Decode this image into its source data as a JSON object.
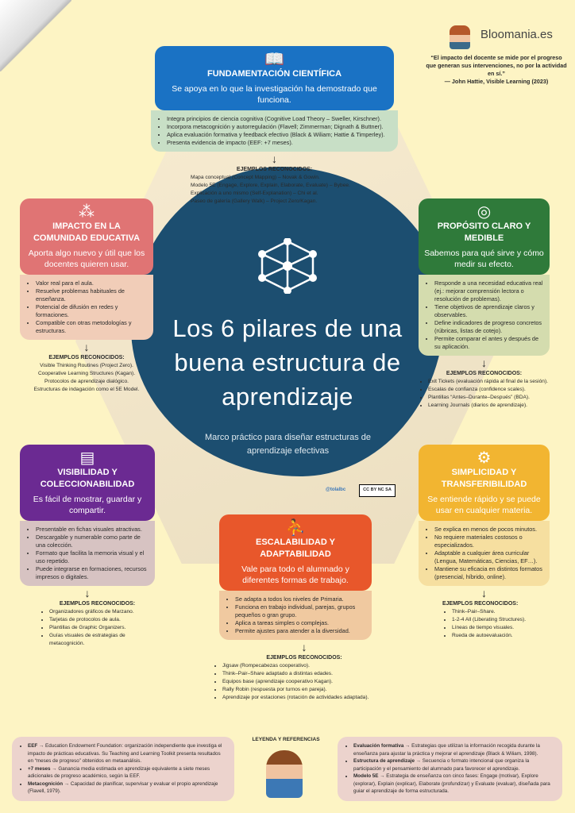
{
  "brand": "Bloomania.es",
  "quote": {
    "text": "“El impacto del docente se mide por el progreso que generan sus intervenciones, no por la actividad en sí.”",
    "author": "— John Hattie, Visible Learning (2023)"
  },
  "center": {
    "title": "Los 6 pilares de una buena estructura de aprendizaje",
    "subtitle": "Marco práctico para diseñar estructuras de aprendizaje efectivas",
    "handle": "@tolalbc",
    "license": "CC BY NC SA"
  },
  "examples_label": "EJEMPLOS RECONOCIDOS:",
  "pillars": {
    "fundamentacion": {
      "title": "FUNDAMENTACIÓN CIENTÍFICA",
      "desc": "Se apoya en lo que la investigación ha demostrado que funciona.",
      "color": "#1a72c4",
      "bullets": [
        "Integra principios de ciencia cognitiva (Cognitive Load Theory – Sweller, Kirschner).",
        "Incorpora metacognición y autorregulación (Flavell; Zimmerman; Dignath & Buttner).",
        "Aplica evaluación formativa y feedback efectivo (Black & Wiliam; Hattie & Timperley).",
        "Presenta evidencia de impacto (EEF: +7 meses)."
      ],
      "examples": [
        "Mapa conceptual (Concept Mapping) – Novak & Gowin.",
        "Modelo 5E (Engage, Explore, Explain, Elaborate, Evaluate) – Bybee.",
        "Explicación a uno mismo (Self-Explanation) – Chi et al.",
        "Paseo de galería (Gallery Walk) – Project Zero/Kagan."
      ]
    },
    "impacto": {
      "title": "IMPACTO EN LA COMUNIDAD EDUCATIVA",
      "desc": "Aporta algo nuevo y útil que los docentes quieren usar.",
      "color": "#e07474",
      "bullets": [
        "Valor real para el aula.",
        "Resuelve problemas habituales de enseñanza.",
        "Potencial de difusión en redes y formaciones.",
        "Compatible con otras metodologías y estructuras."
      ],
      "examples": [
        "Visible Thinking Routines (Project Zero).",
        "Cooperative Learning Structures (Kagan).",
        "Protocolos de aprendizaje dialógico.",
        "Estructuras de indagación como el 5E Model."
      ]
    },
    "proposito": {
      "title": "PROPÓSITO CLARO Y MEDIBLE",
      "desc": "Sabemos para qué sirve y cómo medir su efecto.",
      "color": "#2f7a3a",
      "bullets": [
        "Responde a una necesidad educativa real (ej.: mejorar comprensión lectora o resolución de problemas).",
        "Tiene objetivos de aprendizaje claros y observables.",
        "Define indicadores de progreso concretos (rúbricas, listas de cotejo).",
        "Permite comparar el antes y después de su aplicación."
      ],
      "examples": [
        "Exit Tickets (evaluación rápida al final de la sesión).",
        "Escalas de confianza (confidence scales).",
        "Plantillas “Antes–Durante–Después” (BDA).",
        "Learning Journals (diarios de aprendizaje)."
      ]
    },
    "visibilidad": {
      "title": "VISIBILIDAD Y COLECCIONABILIDAD",
      "desc": "Es fácil de mostrar, guardar y compartir.",
      "color": "#6b2a92",
      "bullets": [
        "Presentable en fichas visuales atractivas.",
        "Descargable y numerable como parte de una colección.",
        "Formato que facilita la memoria visual y el uso repetido.",
        "Puede integrarse en formaciones, recursos impresos o digitales."
      ],
      "examples": [
        "Organizadores gráficos de Marzano.",
        "Tarjetas de protocolos de aula.",
        "Plantillas de Graphic Organizers.",
        "Guías visuales de estrategias de metacognición."
      ]
    },
    "simplicidad": {
      "title": "SIMPLICIDAD Y TRANSFERIBILIDAD",
      "desc": "Se entiende rápido y se puede usar en cualquier materia.",
      "color": "#f2b531",
      "bullets": [
        "Se explica en menos de pocos minutos.",
        "No requiere materiales costosos o especializados.",
        "Adaptable a cualquier área curricular (Lengua, Matemáticas, Ciencias, EF…).",
        "Mantiene su eficacia en distintos formatos (presencial, híbrido, online)."
      ],
      "examples": [
        "Think–Pair–Share.",
        "1-2-4 All (Liberating Structures).",
        "Líneas de tiempo visuales.",
        "Rueda de autoevaluación."
      ]
    },
    "escalabilidad": {
      "title": "ESCALABILIDAD Y ADAPTABILIDAD",
      "desc": "Vale para todo el alumnado y diferentes formas de trabajo.",
      "color": "#e8572b",
      "bullets": [
        "Se adapta a todos los niveles de Primaria.",
        "Funciona en trabajo individual, parejas, grupos pequeños o gran grupo.",
        "Aplica a tareas simples o complejas.",
        "Permite ajustes para atender a la diversidad."
      ],
      "examples": [
        "Jigsaw (Rompecabezas cooperativo).",
        "Think–Pair–Share adaptado a distintas edades.",
        "Equipos base (aprendizaje cooperativo Kagan).",
        "Rally Robin (respuesta por turnos en pareja).",
        "Aprendizaje por estaciones (rotación de actividades adaptada)."
      ]
    }
  },
  "legend": {
    "title": "LEYENDA Y REFERENCIAS",
    "left": [
      {
        "term": "EEF",
        "def": "→ Education Endowment Foundation: organización independiente que investiga el impacto de prácticas educativas. Su Teaching and Learning Toolkit presenta resultados en “meses de progreso” obtenidos en metaanálisis."
      },
      {
        "term": "+7 meses",
        "def": "→ Ganancia media estimada en aprendizaje equivalente a siete meses adicionales de progreso académico, según la EEF."
      },
      {
        "term": "Metacognición",
        "def": "→ Capacidad de planificar, supervisar y evaluar el propio aprendizaje (Flavell, 1979)."
      }
    ],
    "right": [
      {
        "term": "Evaluación formativa",
        "def": "→ Estrategias que utilizan la información recogida durante la enseñanza para ajustar la práctica y mejorar el aprendizaje (Black & Wiliam, 1998)."
      },
      {
        "term": "Estructura de aprendizaje",
        "def": "→ Secuencia o formato intencional que organiza la participación y el pensamiento del alumnado para favorecer el aprendizaje."
      },
      {
        "term": "Modelo 5E",
        "def": "→ Estrategia de enseñanza con cinco fases: Engage (motivar), Explore (explorar), Explain (explicar), Elaborate (profundizar) y Evaluate (evaluar), diseñada para guiar el aprendizaje de forma estructurada."
      }
    ]
  }
}
